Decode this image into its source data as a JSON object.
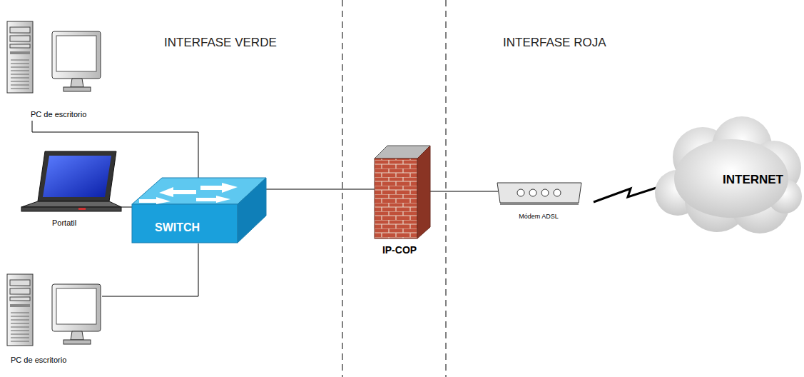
{
  "diagram": {
    "nodes": [
      {
        "text": [
          "PC de escritorio"
        ]
      },
      {
        "text": [
          "Portatil"
        ]
      },
      {
        "text": [
          "PC de escritorio"
        ]
      },
      {
        "text": [
          "SWITCH"
        ]
      },
      {
        "text": [
          "IP-COP"
        ]
      },
      {
        "text": [
          "Módem ADSL"
        ]
      },
      {
        "text": [
          "INTERNET"
        ]
      }
    ],
    "edges": [
      {
        "from": 0,
        "to": 3,
        "arrow": "none"
      },
      {
        "from": 1,
        "to": 3,
        "arrow": "none"
      },
      {
        "from": 2,
        "to": 3,
        "arrow": "none"
      },
      {
        "from": 3,
        "to": 4,
        "arrow": "none"
      },
      {
        "from": 4,
        "to": 5,
        "arrow": "none"
      },
      {
        "from": 5,
        "to": 6,
        "arrow": "none"
      }
    ],
    "labels": [
      "INTERFASE VERDE",
      "INTERFASE ROJA"
    ]
  }
}
